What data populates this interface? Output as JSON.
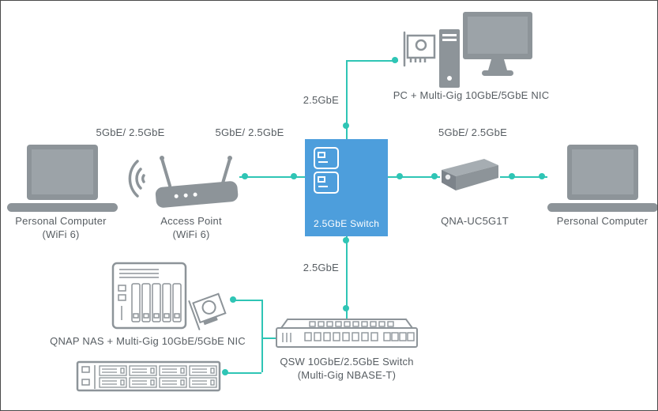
{
  "colors": {
    "accent_teal": "#2fc5b5",
    "icon_gray": "#8d9499",
    "highlight_blue": "#4d9edc",
    "text_gray": "#575d62"
  },
  "nodes": {
    "left_pc": {
      "label1": "Personal Computer",
      "label2": "(WiFi 6)"
    },
    "access_point": {
      "label1": "Access Point",
      "label2": "(WiFi 6)"
    },
    "center_switch": {
      "label": "2.5GbE Switch"
    },
    "pc_nic": {
      "label": "PC + Multi-Gig 10GbE/5GbE NIC"
    },
    "adapter": {
      "label": "QNA-UC5G1T"
    },
    "right_pc": {
      "label": "Personal Computer"
    },
    "qsw_switch": {
      "label1": "QSW 10GbE/2.5GbE Switch",
      "label2": "(Multi-Gig NBASE-T)"
    },
    "nas": {
      "label": "QNAP NAS + Multi-Gig 10GbE/5GbE NIC"
    }
  },
  "links": {
    "wifi_speed": "5GbE/ 2.5GbE",
    "ap_to_center_speed": "5GbE/ 2.5GbE",
    "center_to_pc_speed": "2.5GbE",
    "center_to_adapter_speed": "5GbE/ 2.5GbE",
    "center_to_qsw_speed": "2.5GbE"
  },
  "icons": [
    "laptop-icon",
    "wifi-waves-icon",
    "wireless-router-icon",
    "switch-icon",
    "pcie-card-icon",
    "pc-tower-icon",
    "monitor-icon",
    "usb-adapter-icon",
    "ethernet-switch-icon",
    "nas-tower-icon",
    "pcie-nic-icon",
    "rackmount-nas-icon"
  ]
}
